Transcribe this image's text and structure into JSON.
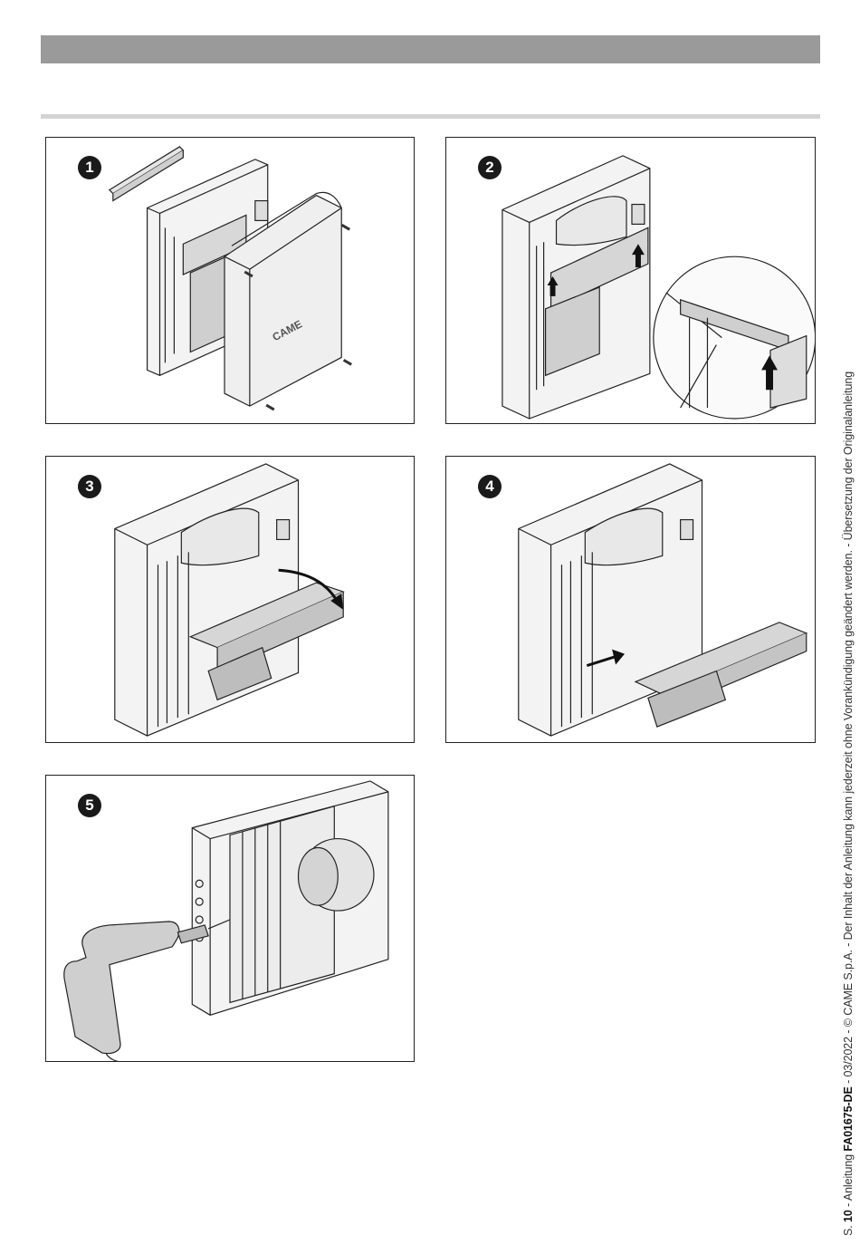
{
  "steps": [
    {
      "number": "1"
    },
    {
      "number": "2"
    },
    {
      "number": "3"
    },
    {
      "number": "4"
    },
    {
      "number": "5"
    }
  ],
  "cover_brand": "CAME",
  "footer": {
    "page_prefix": "S.",
    "page_number": "10",
    "sep1": " - Anleitung ",
    "doc_code": "FA01675-DE",
    "rest": " - 03/2022 - © CAME S.p.A. - Der Inhalt der Anleitung kann jederzeit ohne Vorankündigung geändert werden. - Übersetzung der Originalanleitung"
  }
}
